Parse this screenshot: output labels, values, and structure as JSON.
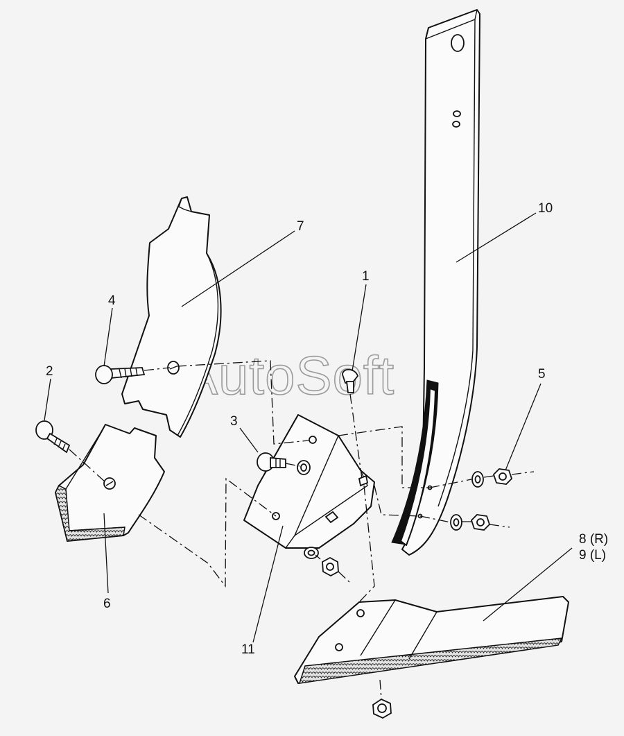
{
  "diagram": {
    "watermark": "AutoSoft",
    "callouts": [
      {
        "id": "1",
        "text": "1"
      },
      {
        "id": "2",
        "text": "2"
      },
      {
        "id": "3",
        "text": "3"
      },
      {
        "id": "4",
        "text": "4"
      },
      {
        "id": "5",
        "text": "5"
      },
      {
        "id": "6",
        "text": "6"
      },
      {
        "id": "7",
        "text": "7"
      },
      {
        "id": "8",
        "text": "8 (R)"
      },
      {
        "id": "9",
        "text": "9 (L)"
      },
      {
        "id": "10",
        "text": "10"
      },
      {
        "id": "11",
        "text": "11"
      }
    ]
  }
}
